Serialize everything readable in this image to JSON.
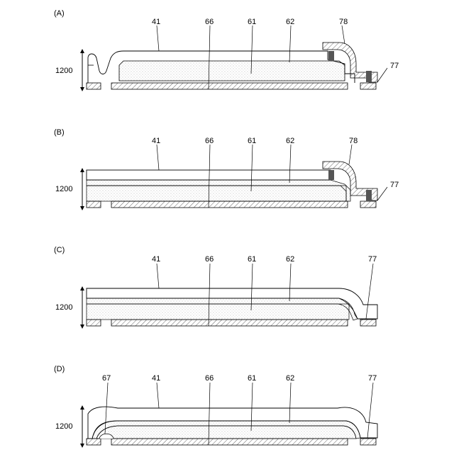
{
  "panels": [
    {
      "id": "A",
      "label": "(A)",
      "height": "1200",
      "labels": [
        "41",
        "66",
        "61",
        "62",
        "78",
        "77"
      ]
    },
    {
      "id": "B",
      "label": "(B)",
      "height": "1200",
      "labels": [
        "41",
        "66",
        "61",
        "62",
        "78",
        "77"
      ]
    },
    {
      "id": "C",
      "label": "(C)",
      "height": "1200",
      "labels": [
        "41",
        "66",
        "61",
        "62",
        "77"
      ]
    },
    {
      "id": "D",
      "label": "(D)",
      "height": "1200",
      "labels": [
        "67",
        "41",
        "66",
        "61",
        "62",
        "77"
      ]
    }
  ]
}
